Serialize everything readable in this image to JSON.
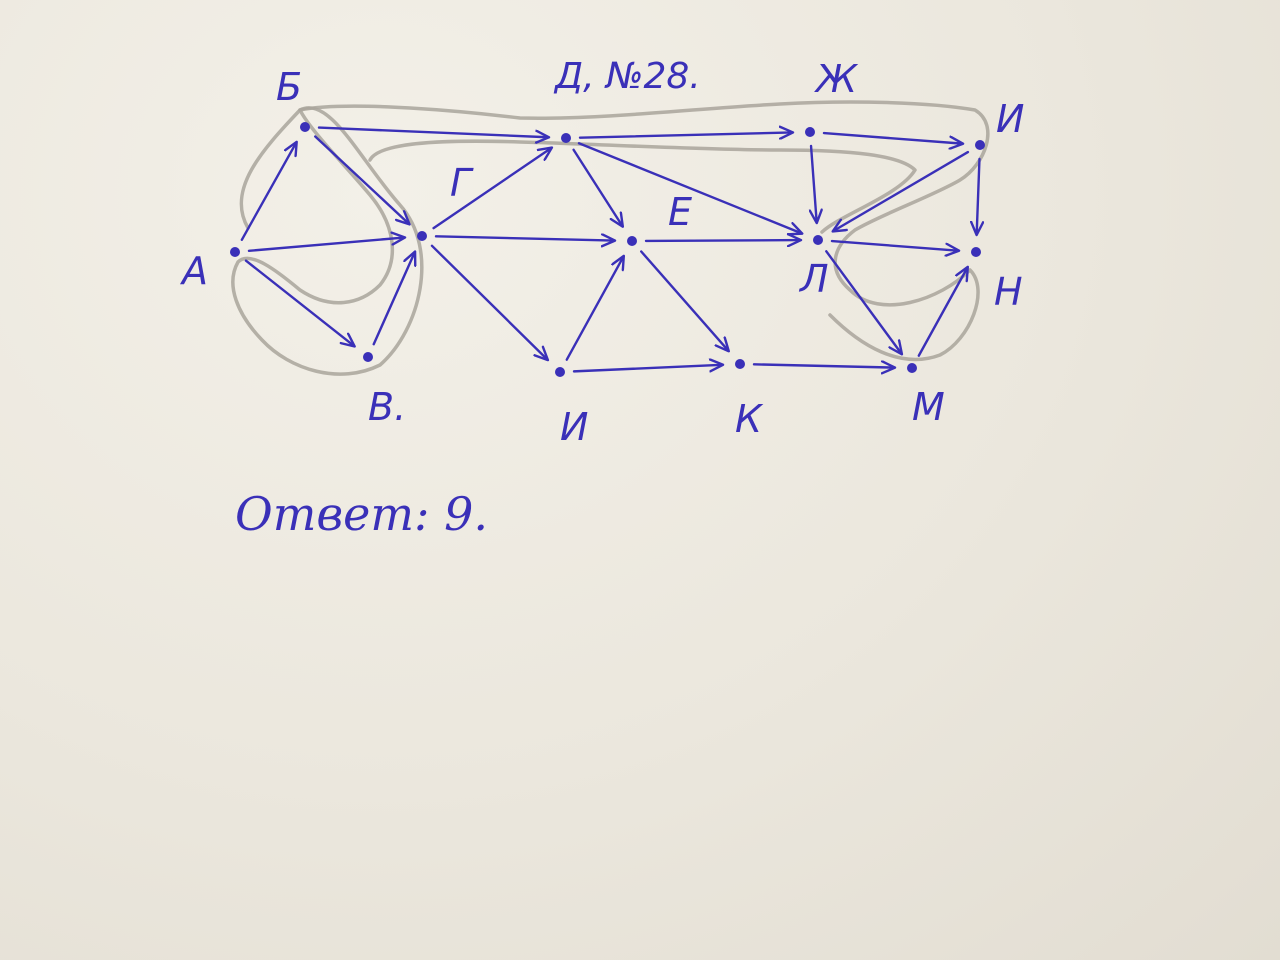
{
  "title": "Д, №28.",
  "answer": "Ответ: 9.",
  "ink_color": "#3a30b8",
  "pencil_color": "#a9a49b",
  "nodes": [
    {
      "id": "A",
      "label": "А"
    },
    {
      "id": "B",
      "label": "Б"
    },
    {
      "id": "V",
      "label": "В."
    },
    {
      "id": "G",
      "label": "Г"
    },
    {
      "id": "D",
      "label": "Д"
    },
    {
      "id": "E",
      "label": "Е"
    },
    {
      "id": "ZH",
      "label": "Ж"
    },
    {
      "id": "Z",
      "label": "И"
    },
    {
      "id": "I",
      "label": "И"
    },
    {
      "id": "K",
      "label": "К"
    },
    {
      "id": "L",
      "label": "Л"
    },
    {
      "id": "M",
      "label": "М"
    },
    {
      "id": "N",
      "label": "Н"
    }
  ],
  "edges": [
    [
      "A",
      "B"
    ],
    [
      "A",
      "G"
    ],
    [
      "A",
      "V"
    ],
    [
      "V",
      "G"
    ],
    [
      "B",
      "G"
    ],
    [
      "B",
      "D"
    ],
    [
      "G",
      "D"
    ],
    [
      "G",
      "E"
    ],
    [
      "G",
      "I"
    ],
    [
      "D",
      "E"
    ],
    [
      "D",
      "ZH"
    ],
    [
      "D",
      "L"
    ],
    [
      "I",
      "E"
    ],
    [
      "I",
      "K"
    ],
    [
      "E",
      "K"
    ],
    [
      "E",
      "L"
    ],
    [
      "ZH",
      "L"
    ],
    [
      "ZH",
      "Z"
    ],
    [
      "Z",
      "L"
    ],
    [
      "Z",
      "N"
    ],
    [
      "L",
      "N"
    ],
    [
      "L",
      "M"
    ],
    [
      "K",
      "M"
    ],
    [
      "M",
      "N"
    ]
  ]
}
